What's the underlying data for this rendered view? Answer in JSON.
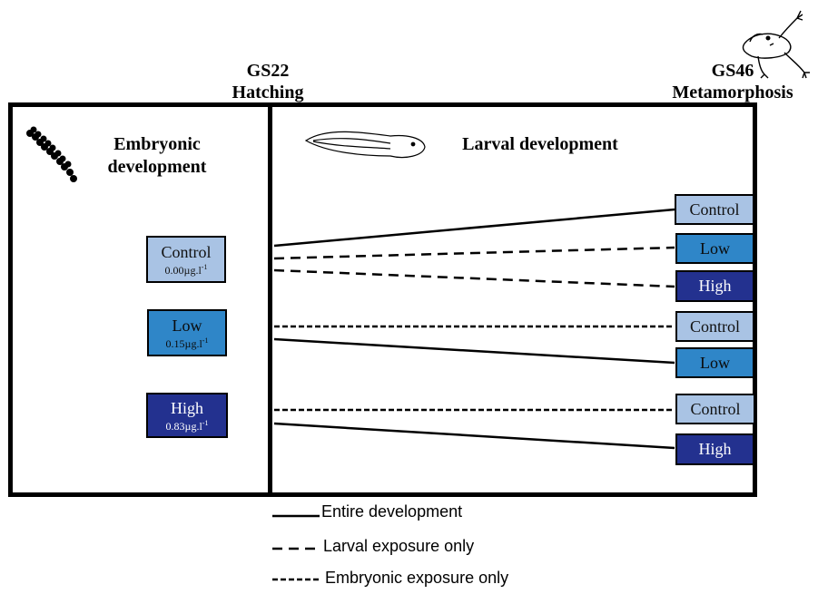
{
  "stages": {
    "hatching": {
      "code": "GS22",
      "name": "Hatching"
    },
    "metamorphosis": {
      "code": "GS46",
      "name": "Metamorphosis"
    }
  },
  "panels": {
    "embryonic_title": "Embryonic development",
    "larval_title": "Larval development"
  },
  "embryonic_treatments": [
    {
      "label": "Control",
      "conc_value": "0.00",
      "color": "#a9c3e4"
    },
    {
      "label": "Low",
      "conc_value": "0.15",
      "color": "#2f86c8"
    },
    {
      "label": "High",
      "conc_value": "0.83",
      "color": "#23318f"
    }
  ],
  "conc_unit": "µg.l",
  "conc_exponent": "-1",
  "larval_treatments": [
    {
      "label": "Control",
      "color": "#a9c3e4"
    },
    {
      "label": "Low",
      "color": "#2f86c8"
    },
    {
      "label": "High",
      "color": "#23318f"
    },
    {
      "label": "Control",
      "color": "#a9c3e4"
    },
    {
      "label": "Low",
      "color": "#2f86c8"
    },
    {
      "label": "Control",
      "color": "#a9c3e4"
    },
    {
      "label": "High",
      "color": "#23318f"
    }
  ],
  "connections": [
    {
      "from": "Control",
      "to": "Control",
      "style": "solid"
    },
    {
      "from": "Control",
      "to": "Low",
      "style": "dashed"
    },
    {
      "from": "Control",
      "to": "High",
      "style": "dashed"
    },
    {
      "from": "Low",
      "to": "Control",
      "style": "dotted"
    },
    {
      "from": "Low",
      "to": "Low",
      "style": "solid"
    },
    {
      "from": "High",
      "to": "Control",
      "style": "dotted"
    },
    {
      "from": "High",
      "to": "High",
      "style": "solid"
    }
  ],
  "legend": [
    {
      "label": "Entire development",
      "style": "solid"
    },
    {
      "label": "Larval exposure only",
      "style": "dashed"
    },
    {
      "label": "Embryonic exposure only",
      "style": "dotted"
    }
  ],
  "icons": [
    "egg-string-icon",
    "tadpole-icon",
    "frog-icon"
  ]
}
